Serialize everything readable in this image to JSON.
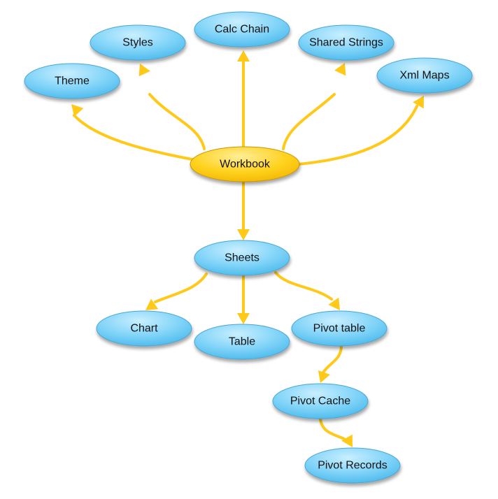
{
  "colors": {
    "node_fill_light": "#c9efff",
    "node_fill": "#7fd3f8",
    "node_fill_dark": "#45b6ea",
    "node_stroke": "#4aa6d2",
    "root_fill_light": "#ffee99",
    "root_fill": "#ffd21e",
    "root_fill_dark": "#f0b400",
    "root_stroke": "#c99600",
    "arrow": "#ffc91a"
  },
  "nodes": [
    {
      "id": "workbook",
      "label": "Workbook",
      "root": true
    },
    {
      "id": "theme",
      "label": "Theme"
    },
    {
      "id": "styles",
      "label": "Styles"
    },
    {
      "id": "calc-chain",
      "label": "Calc Chain"
    },
    {
      "id": "shared-strings",
      "label": "Shared Strings"
    },
    {
      "id": "xml-maps",
      "label": "Xml Maps"
    },
    {
      "id": "sheets",
      "label": "Sheets"
    },
    {
      "id": "chart",
      "label": "Chart"
    },
    {
      "id": "table",
      "label": "Table"
    },
    {
      "id": "pivot-table",
      "label": "Pivot table"
    },
    {
      "id": "pivot-cache",
      "label": "Pivot Cache"
    },
    {
      "id": "pivot-records",
      "label": "Pivot Records"
    }
  ],
  "edges": [
    {
      "from": "workbook",
      "to": "theme"
    },
    {
      "from": "workbook",
      "to": "styles"
    },
    {
      "from": "workbook",
      "to": "calc-chain"
    },
    {
      "from": "workbook",
      "to": "shared-strings"
    },
    {
      "from": "workbook",
      "to": "xml-maps"
    },
    {
      "from": "workbook",
      "to": "sheets"
    },
    {
      "from": "sheets",
      "to": "chart"
    },
    {
      "from": "sheets",
      "to": "table"
    },
    {
      "from": "sheets",
      "to": "pivot-table"
    },
    {
      "from": "pivot-table",
      "to": "pivot-cache"
    },
    {
      "from": "pivot-cache",
      "to": "pivot-records"
    }
  ]
}
